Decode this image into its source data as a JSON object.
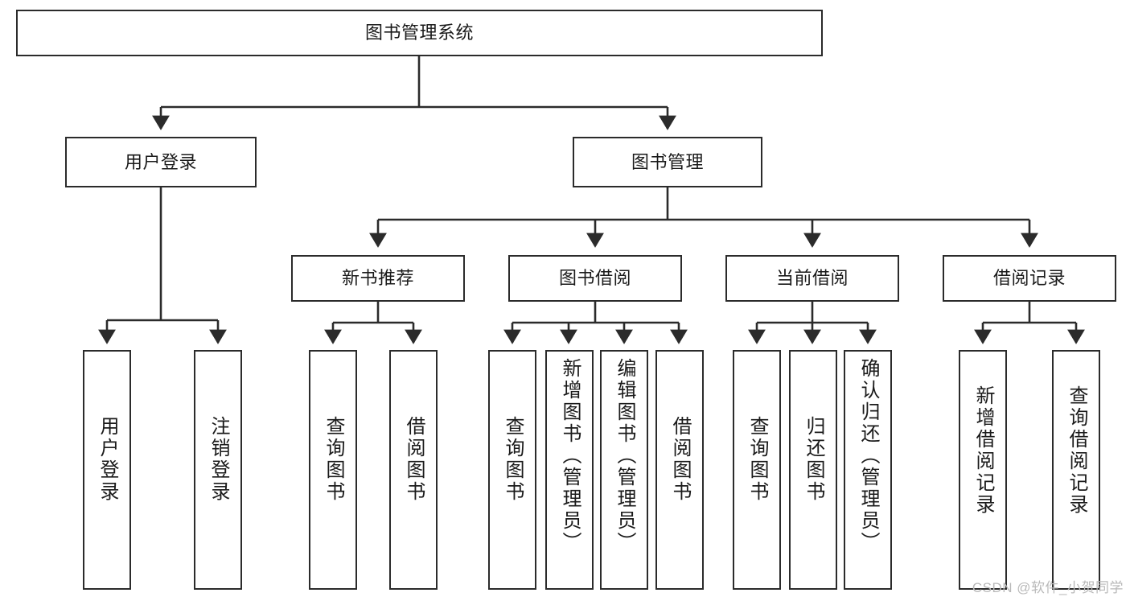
{
  "diagram": {
    "title": "图书管理系统",
    "watermark": "CSDN @软件_小贺同学",
    "colors": {
      "box_border": "#2b2b2b",
      "box_fill": "#ffffff",
      "edge": "#2b2b2b",
      "text": "#1a1a1a",
      "watermark": "#b9b9b9"
    },
    "nodes": {
      "root": {
        "label": "图书管理系统",
        "orientation": "horizontal",
        "level": 0
      },
      "user_login": {
        "label": "用户登录",
        "orientation": "horizontal",
        "level": 1
      },
      "book_manage": {
        "label": "图书管理",
        "orientation": "horizontal",
        "level": 1
      },
      "new_book_rec": {
        "label": "新书推荐",
        "orientation": "horizontal",
        "level": 2
      },
      "book_borrow": {
        "label": "图书借阅",
        "orientation": "horizontal",
        "level": 2
      },
      "current_borrow": {
        "label": "当前借阅",
        "orientation": "horizontal",
        "level": 2
      },
      "borrow_record": {
        "label": "借阅记录",
        "orientation": "horizontal",
        "level": 2
      },
      "leaf_user_login": {
        "label": "用户登录",
        "orientation": "vertical",
        "level": 3
      },
      "leaf_logout": {
        "label": "注销登录",
        "orientation": "vertical",
        "level": 3
      },
      "leaf_query_book_rec": {
        "label": "查询图书",
        "orientation": "vertical",
        "level": 3
      },
      "leaf_borrow_book_rec": {
        "label": "借阅图书",
        "orientation": "vertical",
        "level": 3
      },
      "leaf_query_book_bb": {
        "label": "查询图书",
        "orientation": "vertical",
        "level": 3
      },
      "leaf_add_book": {
        "label": "新增图书（管理员）",
        "orientation": "vertical",
        "level": 3
      },
      "leaf_edit_book": {
        "label": "编辑图书（管理员）",
        "orientation": "vertical",
        "level": 3
      },
      "leaf_borrow_book_bb": {
        "label": "借阅图书",
        "orientation": "vertical",
        "level": 3
      },
      "leaf_query_book_cb": {
        "label": "查询图书",
        "orientation": "vertical",
        "level": 3
      },
      "leaf_return_book": {
        "label": "归还图书",
        "orientation": "vertical",
        "level": 3
      },
      "leaf_confirm_return": {
        "label": "确认归还（管理员）",
        "orientation": "vertical",
        "level": 3
      },
      "leaf_add_record": {
        "label": "新增借阅记录",
        "orientation": "vertical",
        "level": 3
      },
      "leaf_query_record": {
        "label": "查询借阅记录",
        "orientation": "vertical",
        "level": 3
      }
    },
    "edges": [
      {
        "from": "root",
        "to": "user_login"
      },
      {
        "from": "root",
        "to": "book_manage"
      },
      {
        "from": "book_manage",
        "to": "new_book_rec"
      },
      {
        "from": "book_manage",
        "to": "book_borrow"
      },
      {
        "from": "book_manage",
        "to": "current_borrow"
      },
      {
        "from": "book_manage",
        "to": "borrow_record"
      },
      {
        "from": "user_login",
        "to": "leaf_user_login"
      },
      {
        "from": "user_login",
        "to": "leaf_logout"
      },
      {
        "from": "new_book_rec",
        "to": "leaf_query_book_rec"
      },
      {
        "from": "new_book_rec",
        "to": "leaf_borrow_book_rec"
      },
      {
        "from": "book_borrow",
        "to": "leaf_query_book_bb"
      },
      {
        "from": "book_borrow",
        "to": "leaf_add_book"
      },
      {
        "from": "book_borrow",
        "to": "leaf_edit_book"
      },
      {
        "from": "book_borrow",
        "to": "leaf_borrow_book_bb"
      },
      {
        "from": "current_borrow",
        "to": "leaf_query_book_cb"
      },
      {
        "from": "current_borrow",
        "to": "leaf_return_book"
      },
      {
        "from": "current_borrow",
        "to": "leaf_confirm_return"
      },
      {
        "from": "borrow_record",
        "to": "leaf_add_record"
      },
      {
        "from": "borrow_record",
        "to": "leaf_query_record"
      }
    ]
  }
}
